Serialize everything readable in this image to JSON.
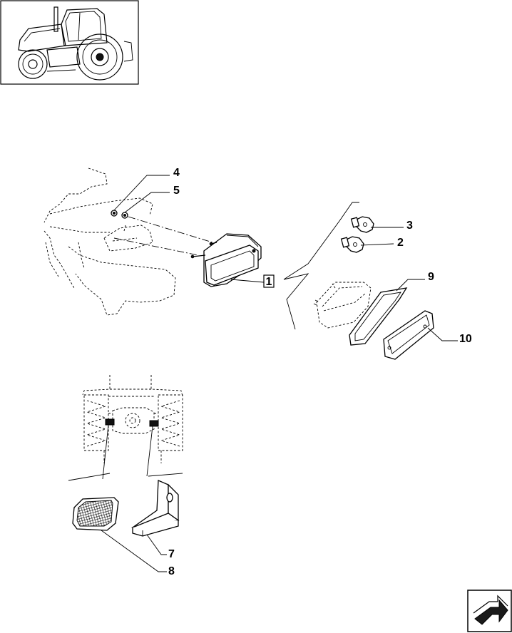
{
  "callouts": {
    "c1": "1",
    "c2": "2",
    "c3": "3",
    "c4": "4",
    "c5": "5",
    "c7": "7",
    "c8": "8",
    "c9": "9",
    "c10": "10"
  },
  "icons": {
    "thumbnail": "tractor-thumbnail-icon",
    "next_page": "next-page-arrow-icon"
  },
  "colors": {
    "line": "#000000",
    "background": "#ffffff"
  }
}
